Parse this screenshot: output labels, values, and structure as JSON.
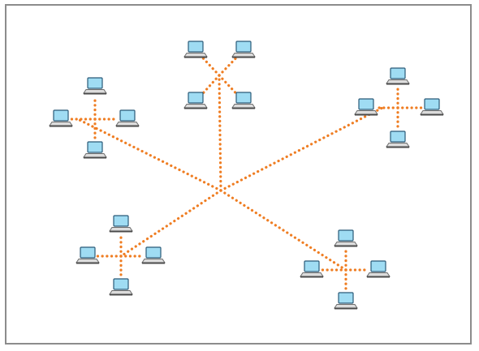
{
  "diagram": {
    "type": "network-topology",
    "colors": {
      "link": "#ef7d22",
      "frame_border": "#8c8c8c",
      "screen": "#9fdcf3",
      "screen_border": "#2a5a78",
      "base": "#6d6d6d"
    },
    "node_icon": "laptop-icon",
    "hub": {
      "id": "backbone-hub"
    },
    "clusters": [
      {
        "id": "cluster-top",
        "shape": "x",
        "nodes": [
          "top-nw",
          "top-ne",
          "top-sw",
          "top-se"
        ]
      },
      {
        "id": "cluster-left",
        "shape": "plus",
        "nodes": [
          "left-n",
          "left-w",
          "left-e",
          "left-s"
        ]
      },
      {
        "id": "cluster-right",
        "shape": "plus",
        "nodes": [
          "right-n",
          "right-w",
          "right-e",
          "right-s"
        ]
      },
      {
        "id": "cluster-bottom-left",
        "shape": "plus",
        "nodes": [
          "bl-n",
          "bl-w",
          "bl-e",
          "bl-s"
        ]
      },
      {
        "id": "cluster-bottom-right",
        "shape": "plus",
        "nodes": [
          "br-n",
          "br-w",
          "br-e",
          "br-s"
        ]
      }
    ],
    "backbone_links": [
      [
        "backbone-hub",
        "cluster-top"
      ],
      [
        "backbone-hub",
        "cluster-left"
      ],
      [
        "backbone-hub",
        "cluster-right"
      ],
      [
        "backbone-hub",
        "cluster-bottom-left"
      ],
      [
        "backbone-hub",
        "cluster-bottom-right"
      ]
    ]
  }
}
